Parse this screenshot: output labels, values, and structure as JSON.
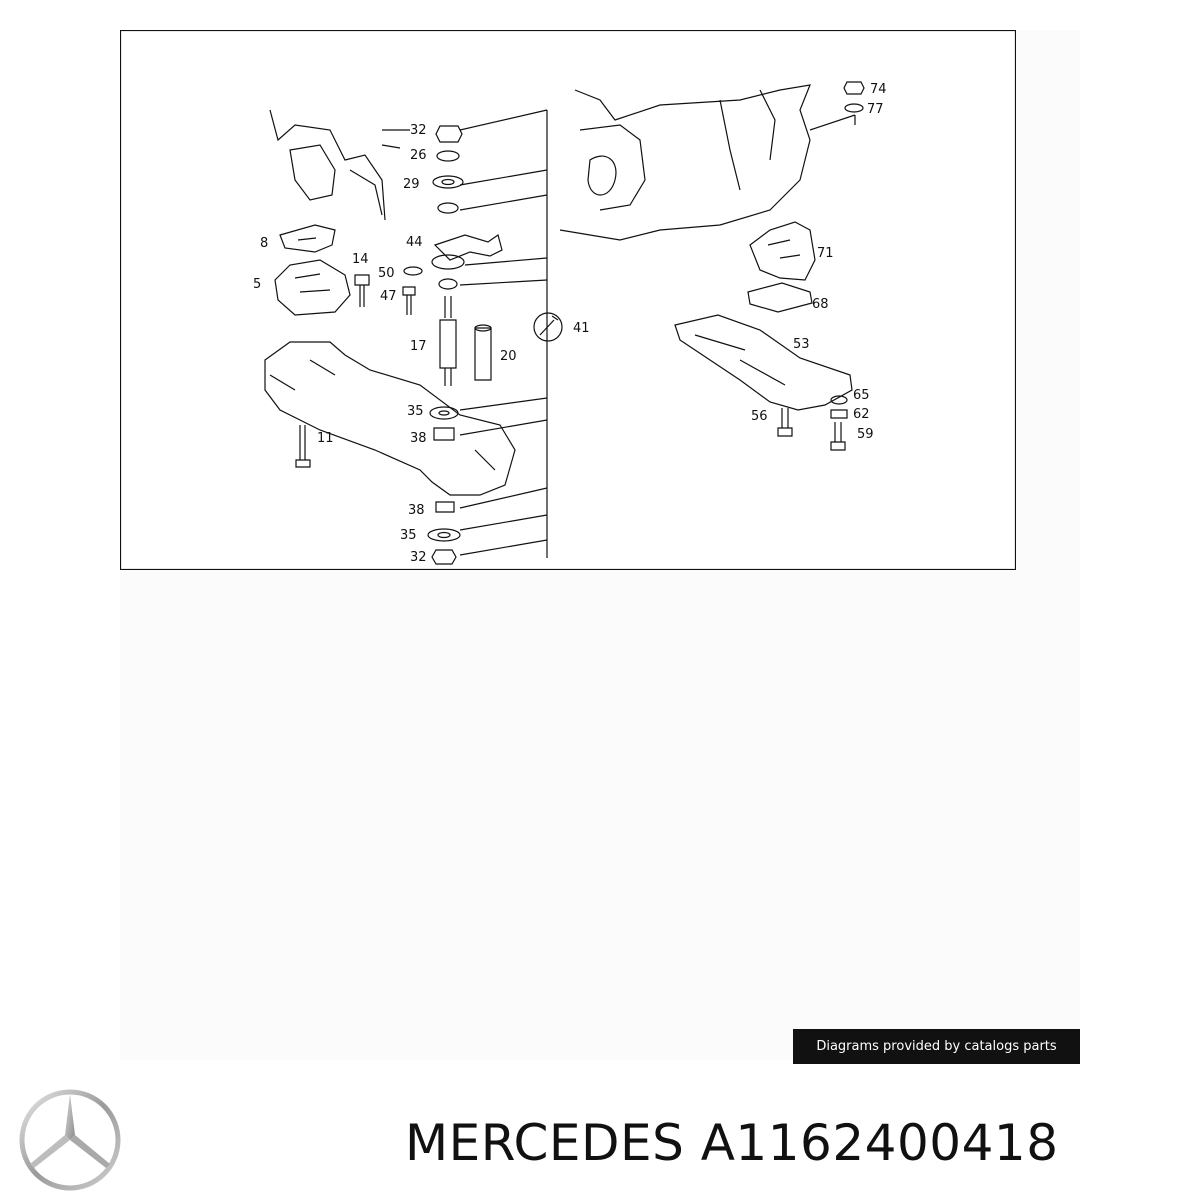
{
  "diagram": {
    "callouts": [
      {
        "id": "c32a",
        "label": "32"
      },
      {
        "id": "c26",
        "label": "26"
      },
      {
        "id": "c29",
        "label": "29"
      },
      {
        "id": "c8",
        "label": "8"
      },
      {
        "id": "c44",
        "label": "44"
      },
      {
        "id": "c14",
        "label": "14"
      },
      {
        "id": "c50",
        "label": "50"
      },
      {
        "id": "c5",
        "label": "5"
      },
      {
        "id": "c47",
        "label": "47"
      },
      {
        "id": "c17",
        "label": "17"
      },
      {
        "id": "c20",
        "label": "20"
      },
      {
        "id": "c41",
        "label": "41"
      },
      {
        "id": "c35a",
        "label": "35"
      },
      {
        "id": "c11",
        "label": "11"
      },
      {
        "id": "c38a",
        "label": "38"
      },
      {
        "id": "c38b",
        "label": "38"
      },
      {
        "id": "c35b",
        "label": "35"
      },
      {
        "id": "c32b",
        "label": "32"
      },
      {
        "id": "c74",
        "label": "74"
      },
      {
        "id": "c77",
        "label": "77"
      },
      {
        "id": "c71",
        "label": "71"
      },
      {
        "id": "c68",
        "label": "68"
      },
      {
        "id": "c53",
        "label": "53"
      },
      {
        "id": "c65",
        "label": "65"
      },
      {
        "id": "c56",
        "label": "56"
      },
      {
        "id": "c62",
        "label": "62"
      },
      {
        "id": "c59",
        "label": "59"
      }
    ]
  },
  "credit": "Diagrams provided by catalogs parts",
  "brand_logo": "mercedes-star-logo",
  "title": "MERCEDES A1162400418",
  "colors": {
    "line": "#111111",
    "badge_bg": "#111111",
    "badge_text": "#ffffff"
  }
}
